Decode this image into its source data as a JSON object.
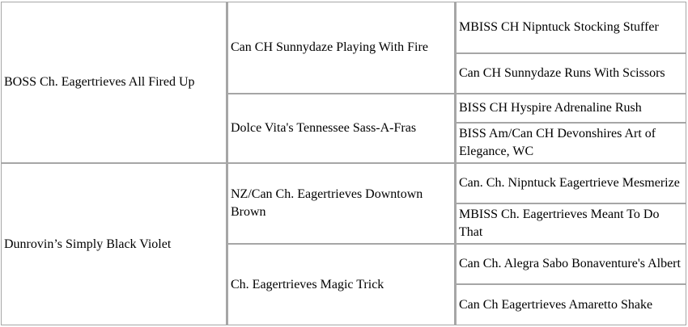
{
  "pedigree": {
    "generation1": [
      "BOSS Ch. Eagertrieves All Fired Up",
      "Dunrovin’s Simply Black Violet"
    ],
    "generation2": [
      "Can CH Sunnydaze Playing With Fire",
      "Dolce Vita's Tennessee Sass-A-Fras",
      "NZ/Can Ch. Eagertrieves Downtown Brown",
      "Ch. Eagertrieves Magic Trick"
    ],
    "generation3": [
      "MBISS CH Nipntuck Stocking Stuffer",
      "Can CH Sunnydaze Runs With Scissors",
      "BISS CH Hyspire Adrenaline Rush",
      "BISS Am/Can CH Devonshires Art of Elegance, WC",
      "Can. Ch. Nipntuck Eagertrieve Mesmerize",
      "MBISS Ch. Eagertrieves Meant To Do That",
      "Can Ch. Alegra Sabo Bonaventure's Albert",
      "Can Ch Eagertrieves Amaretto Shake"
    ]
  }
}
